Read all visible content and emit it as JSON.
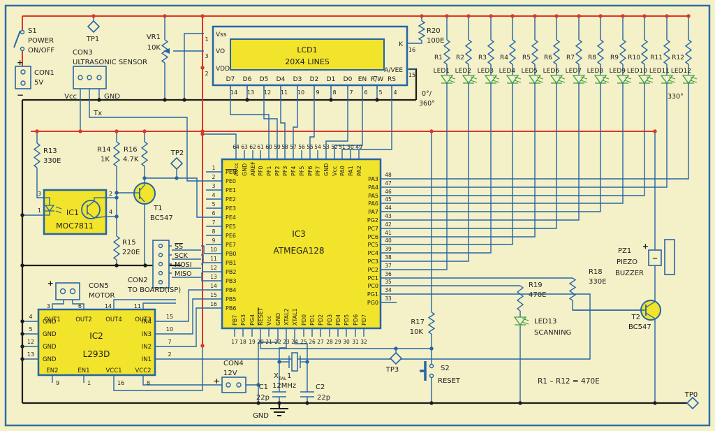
{
  "power_switch": {
    "ref": "S1",
    "line1": "POWER",
    "line2": "ON/OFF"
  },
  "con1": {
    "ref": "CON1",
    "value": "5V",
    "plus": "+",
    "minus": "−"
  },
  "tp": {
    "tp0": "TP0",
    "tp1": "TP1",
    "tp2": "TP2",
    "tp3": "TP3"
  },
  "con3": {
    "ref": "CON3",
    "name": "ULTRASONIC SENSOR",
    "vcc": "Vcc",
    "gnd": "GND",
    "tx": "Tx"
  },
  "vr1": {
    "ref": "VR1",
    "value": "10K"
  },
  "lcd": {
    "ref": "LCD1",
    "size": "20X4 LINES",
    "left_pins": [
      {
        "num": "1",
        "label": "Vss"
      },
      {
        "num": "3",
        "label": "VO"
      },
      {
        "num": "2",
        "label": "VDD"
      }
    ],
    "right_pins": [
      {
        "num": "16",
        "label": "K"
      },
      {
        "num": "15",
        "label": "A/VEE"
      }
    ],
    "bottom_pins": [
      {
        "num": "14",
        "label": "D7"
      },
      {
        "num": "13",
        "label": "D6"
      },
      {
        "num": "12",
        "label": "D5"
      },
      {
        "num": "11",
        "label": "D4"
      },
      {
        "num": "10",
        "label": "D3"
      },
      {
        "num": "9",
        "label": "D2"
      },
      {
        "num": "8",
        "label": "D1"
      },
      {
        "num": "7",
        "label": "D0"
      },
      {
        "num": "6",
        "label": "EN"
      },
      {
        "num": "5",
        "label": "R/W",
        "bar": true
      },
      {
        "num": "4",
        "label": "RS"
      }
    ]
  },
  "r20": {
    "ref": "R20",
    "value": "100E"
  },
  "led_bar": {
    "resistors": [
      "R1",
      "R2",
      "R3",
      "R4",
      "R5",
      "R6",
      "R7",
      "R8",
      "R9",
      "R10",
      "R11",
      "R12"
    ],
    "leds": [
      "LED1",
      "LED2",
      "LED3",
      "LED4",
      "LED5",
      "LED6",
      "LED7",
      "LED8",
      "LED9",
      "LED10",
      "LED11",
      "LED12"
    ],
    "angle_start_1": "0°/",
    "angle_start_2": "360°",
    "angle_end": "330°"
  },
  "r13": {
    "ref": "R13",
    "value": "330E"
  },
  "r14": {
    "ref": "R14",
    "value": "1K"
  },
  "r15": {
    "ref": "R15",
    "value": "220E"
  },
  "r16": {
    "ref": "R16",
    "value": "4.7K"
  },
  "r17": {
    "ref": "R17",
    "value": "10K"
  },
  "r18": {
    "ref": "R18",
    "value": "330E"
  },
  "r19": {
    "ref": "R19",
    "value": "470E"
  },
  "ic1": {
    "ref": "IC1",
    "part": "MOC7811",
    "pin3": "3",
    "pin1": "1",
    "pin2": "2",
    "pin4": "4"
  },
  "t1": {
    "ref": "T1",
    "part": "BC547"
  },
  "t2": {
    "ref": "T2",
    "part": "BC547"
  },
  "con2": {
    "ref": "CON2",
    "desc": "TO BOARD(ISP)",
    "signals": [
      {
        "label": "SS",
        "bar": true
      },
      {
        "label": "SCK",
        "bar": false
      },
      {
        "label": "MOSI",
        "bar": false
      },
      {
        "label": "MISO",
        "bar": false
      }
    ]
  },
  "con5": {
    "ref": "CON5",
    "name": "MOTOR",
    "plus": "+"
  },
  "ic2": {
    "ref": "IC2",
    "part": "L293D",
    "top_pins": [
      {
        "num": "3",
        "label": "OUT1"
      },
      {
        "num": "6",
        "label": "OUT2"
      },
      {
        "num": "14",
        "label": "OUT4"
      },
      {
        "num": "11",
        "label": "OUT3"
      }
    ],
    "left_pins": [
      {
        "num": "4",
        "label": "GND"
      },
      {
        "num": "5",
        "label": "GND"
      },
      {
        "num": "12",
        "label": "GND"
      },
      {
        "num": "13",
        "label": "GND"
      }
    ],
    "right_pins": [
      {
        "num": "15",
        "label": "IN4"
      },
      {
        "num": "10",
        "label": "IN3"
      },
      {
        "num": "7",
        "label": "IN2"
      },
      {
        "num": "2",
        "label": "IN1"
      }
    ],
    "bottom_pins": [
      {
        "num": "9",
        "label": "EN2"
      },
      {
        "num": "1",
        "label": "EN1"
      },
      {
        "num": "16",
        "label": "VCC1"
      },
      {
        "num": "8",
        "label": "VCC2"
      }
    ]
  },
  "ic3": {
    "ref": "IC3",
    "part": "ATMEGA128",
    "left_pins": [
      {
        "num": "1",
        "label": "PEN",
        "bar": true
      },
      {
        "num": "2",
        "label": "PE0"
      },
      {
        "num": "3",
        "label": "PE1"
      },
      {
        "num": "4",
        "label": "PE2"
      },
      {
        "num": "5",
        "label": "PE3"
      },
      {
        "num": "6",
        "label": "PE4"
      },
      {
        "num": "7",
        "label": "PE5"
      },
      {
        "num": "8",
        "label": "PE6"
      },
      {
        "num": "9",
        "label": "PE7"
      },
      {
        "num": "10",
        "label": "PB0"
      },
      {
        "num": "11",
        "label": "PB1"
      },
      {
        "num": "12",
        "label": "PB2"
      },
      {
        "num": "13",
        "label": "PB3"
      },
      {
        "num": "14",
        "label": "PB4"
      },
      {
        "num": "15",
        "label": "PB5"
      },
      {
        "num": "16",
        "label": "PB6"
      }
    ],
    "top_pins": [
      {
        "num": "64",
        "label": "AVcc"
      },
      {
        "num": "63",
        "label": "GND"
      },
      {
        "num": "62",
        "label": "AREF"
      },
      {
        "num": "61",
        "label": "PF0"
      },
      {
        "num": "60",
        "label": "PF1"
      },
      {
        "num": "59",
        "label": "PF2"
      },
      {
        "num": "58",
        "label": "PF3"
      },
      {
        "num": "57",
        "label": "PF4"
      },
      {
        "num": "56",
        "label": "PF5"
      },
      {
        "num": "55",
        "label": "PF6"
      },
      {
        "num": "54",
        "label": "PF7"
      },
      {
        "num": "53",
        "label": "GND"
      },
      {
        "num": "52",
        "label": "Vcc"
      },
      {
        "num": "51",
        "label": "PA0"
      },
      {
        "num": "50",
        "label": "PA1"
      },
      {
        "num": "49",
        "label": "PA2"
      }
    ],
    "right_pins": [
      {
        "num": "48",
        "label": "PA3"
      },
      {
        "num": "47",
        "label": "PA4"
      },
      {
        "num": "46",
        "label": "PA5"
      },
      {
        "num": "45",
        "label": "PA6"
      },
      {
        "num": "44",
        "label": "PA7"
      },
      {
        "num": "43",
        "label": "PG2"
      },
      {
        "num": "42",
        "label": "PC7"
      },
      {
        "num": "41",
        "label": "PC6"
      },
      {
        "num": "40",
        "label": "PC5"
      },
      {
        "num": "39",
        "label": "PC4"
      },
      {
        "num": "38",
        "label": "PC3"
      },
      {
        "num": "37",
        "label": "PC2"
      },
      {
        "num": "36",
        "label": "PC1"
      },
      {
        "num": "35",
        "label": "PC0"
      },
      {
        "num": "34",
        "label": "PG1"
      },
      {
        "num": "33",
        "label": "PG0"
      }
    ],
    "bottom_pins": [
      {
        "num": "17",
        "label": "PB7"
      },
      {
        "num": "18",
        "label": "PG3"
      },
      {
        "num": "19",
        "label": "PG4"
      },
      {
        "num": "20",
        "label": "RESET",
        "bar": true
      },
      {
        "num": "21",
        "label": "Vcc"
      },
      {
        "num": "22",
        "label": "GND"
      },
      {
        "num": "23",
        "label": "XTAL2"
      },
      {
        "num": "24",
        "label": "XTAL1"
      },
      {
        "num": "25",
        "label": "PD0"
      },
      {
        "num": "26",
        "label": "PD1"
      },
      {
        "num": "27",
        "label": "PD2"
      },
      {
        "num": "28",
        "label": "PD3"
      },
      {
        "num": "29",
        "label": "PD4"
      },
      {
        "num": "30",
        "label": "PD5"
      },
      {
        "num": "31",
        "label": "PD6"
      },
      {
        "num": "32",
        "label": "PD7"
      }
    ]
  },
  "con4": {
    "ref": "CON4",
    "value": "12V",
    "plus": "+"
  },
  "xtal": {
    "p1": "X",
    "sub": "TAL",
    "p2": "1",
    "value": "12MHz"
  },
  "c1": {
    "ref": "C1",
    "value": "22p"
  },
  "c2": {
    "ref": "C2",
    "value": "22p"
  },
  "gnd_label": "GND",
  "s2": {
    "ref": "S2",
    "desc": "RESET"
  },
  "led13": {
    "ref": "LED13",
    "desc": "SCANNING"
  },
  "pz1": {
    "ref": "PZ1",
    "line1": "PIEZO",
    "line2": "BUZZER",
    "plus": "+",
    "minus": "−"
  },
  "note": "R1 – R12 = 470E",
  "colors": {
    "wire_blue": "#2565a8",
    "power_red": "#d9372b",
    "ground_black": "#1c1c1c",
    "component_yellow": "#f2e32b",
    "led_green": "#3a9e49",
    "background": "#f4f0c8",
    "border_blue": "#2e6da4",
    "text_dark": "#1e1e1e"
  }
}
